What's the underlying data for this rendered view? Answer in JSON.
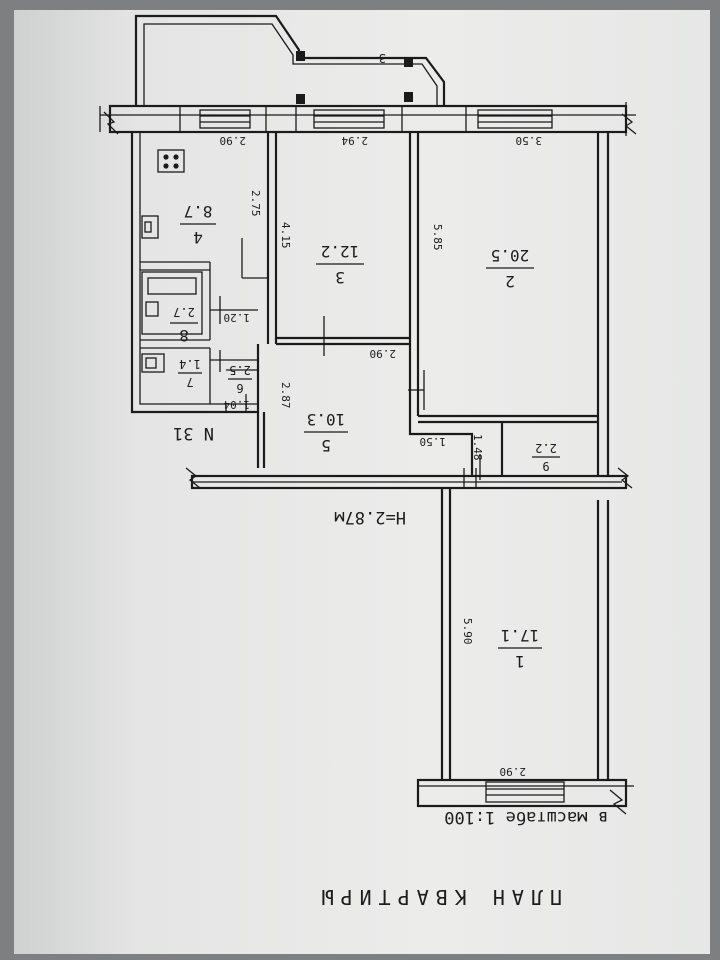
{
  "title": "ПЛАН КВАРТИРЫ",
  "scale": "в масштабе 1:100",
  "ceiling_height": "H=2.87м",
  "apartment_number": "N 31",
  "rooms": [
    {
      "number": "1",
      "area": "17.1",
      "length": "5.90",
      "width": "2.90"
    },
    {
      "number": "2",
      "area": "20.5",
      "length": "5.85",
      "width": "3.50"
    },
    {
      "number": "3",
      "area": "12.2",
      "length": "4.15",
      "width": "2.94"
    },
    {
      "number": "4",
      "area": "8.7",
      "length": "2.75",
      "width": "2.90"
    },
    {
      "number": "5",
      "area": "10.3",
      "length": "2.87",
      "width": "2.90"
    },
    {
      "number": "6",
      "area": "2.5",
      "length": "1.20"
    },
    {
      "number": "7",
      "area": "1.4",
      "length": "1.04"
    },
    {
      "number": "8",
      "area": "2.7"
    },
    {
      "number": "9",
      "area": "2.2",
      "length": "1.50",
      "width": "1.48"
    }
  ],
  "balcony_label": "3"
}
